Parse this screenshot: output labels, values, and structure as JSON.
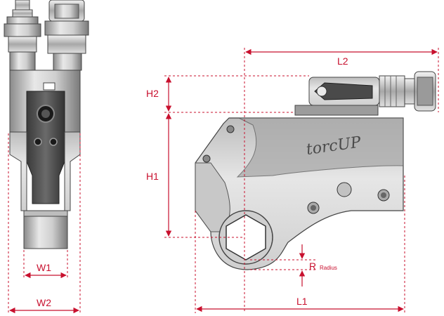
{
  "dimensions": {
    "w1": "W1",
    "w2": "W2",
    "h1": "H1",
    "h2": "H2",
    "l1": "L1",
    "l2": "L2",
    "r": "R",
    "r_sub": "Radius"
  },
  "brand": {
    "logo": "torcUP"
  },
  "colors": {
    "dimension": "#c8102e",
    "metal_light": "#d9d9d9",
    "metal_dark": "#5a5a5a",
    "outline": "#3a3a3a"
  }
}
